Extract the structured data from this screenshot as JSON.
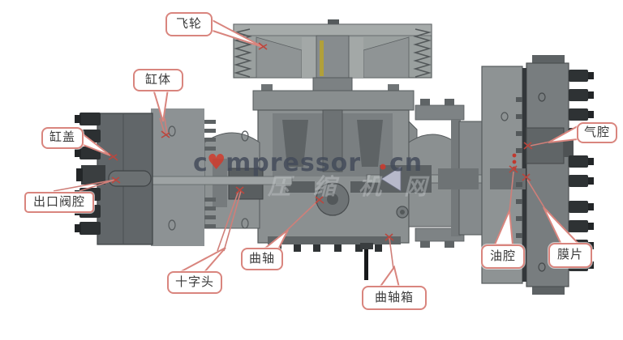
{
  "page": {
    "description": "Annotated cutaway diagram of a diaphragm compressor",
    "background": "#ffffff"
  },
  "callouts": [
    {
      "id": "flywheel",
      "label": "飞轮"
    },
    {
      "id": "cylinder-body",
      "label": "缸体"
    },
    {
      "id": "cylinder-head",
      "label": "缸盖"
    },
    {
      "id": "outlet-valve-chamber",
      "label": "出口阀腔"
    },
    {
      "id": "crosshead",
      "label": "十字头"
    },
    {
      "id": "crankshaft",
      "label": "曲轴"
    },
    {
      "id": "crankcase",
      "label": "曲轴箱"
    },
    {
      "id": "oil-chamber",
      "label": "油腔"
    },
    {
      "id": "diaphragm",
      "label": "膜片"
    },
    {
      "id": "gas-chamber",
      "label": "气腔"
    }
  ],
  "watermark": {
    "lead": "c",
    "heart": "♥",
    "body": "mpressor",
    "tld": "cn",
    "ghost": "压缩机网"
  },
  "colors": {
    "callout_border": "#d9857e",
    "leader_line": "#cf7f79",
    "arrow_tip": "#bb463d",
    "watermark_text": "#424a59",
    "watermark_accent": "#d43a2c",
    "machine_light": "#9aa09f",
    "machine_mid": "#8b9091",
    "machine_dark": "#5d6264",
    "machine_darkest": "#2e3234",
    "key_yellow": "#b1a03a"
  }
}
